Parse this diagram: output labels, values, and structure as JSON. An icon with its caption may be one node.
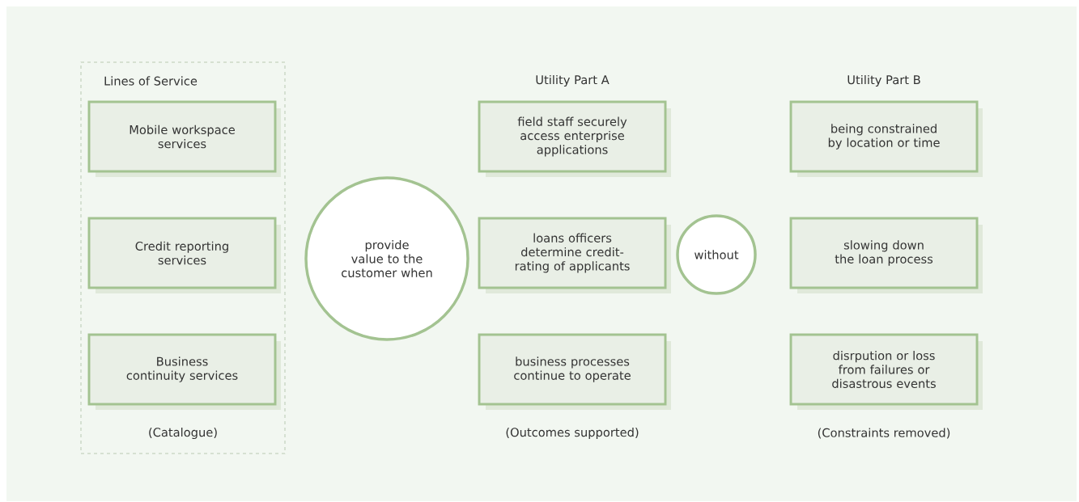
{
  "diagram": {
    "nodes": [
      {
        "text": [
          "Lines of Service",
          "(Catalogue)"
        ]
      },
      {
        "text": [
          "Mobile workspace services"
        ],
        "in": 0
      },
      {
        "text": [
          "Credit reporting services"
        ],
        "in": 0
      },
      {
        "text": [
          "Business continuity services"
        ],
        "in": 0
      },
      {
        "text": [
          "provide value to the customer when"
        ]
      },
      {
        "text": [
          "field staff securely access enterprise applications"
        ]
      },
      {
        "text": [
          "loans officers determine credit-rating of applicants"
        ]
      },
      {
        "text": [
          "business processes continue to operate"
        ]
      },
      {
        "text": [
          "without"
        ]
      },
      {
        "text": [
          "being constrained by location or time"
        ]
      },
      {
        "text": [
          "slowing down the loan process"
        ]
      },
      {
        "text": [
          "disrpution or loss from failures or disastrous events"
        ]
      }
    ],
    "labels": [
      "Utility Part A",
      "Utility Part B",
      "(Outcomes supported)",
      "(Constraints removed)"
    ]
  }
}
